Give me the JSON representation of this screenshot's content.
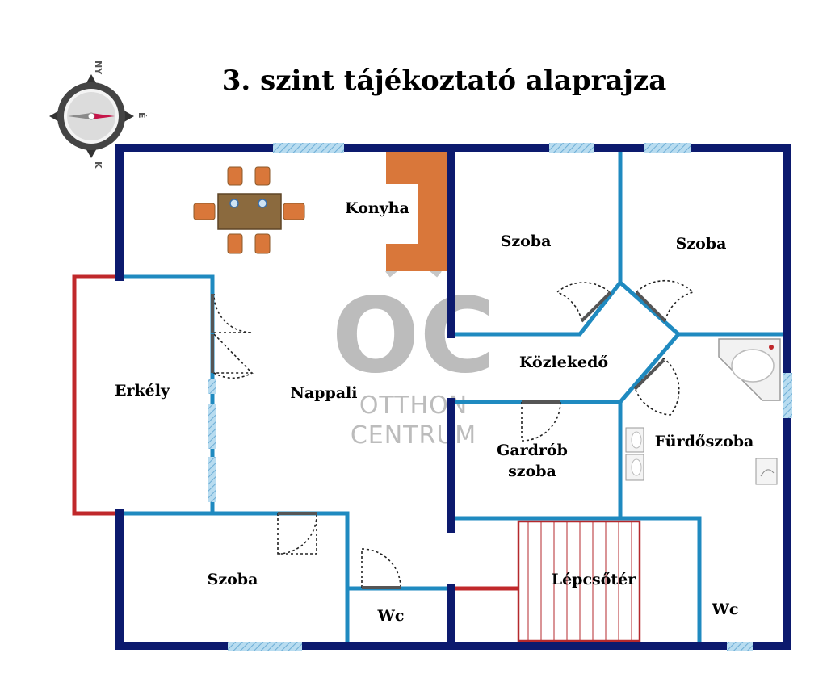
{
  "title": "3. szint tájékoztató alaprajza",
  "compass": {
    "north": "NY",
    "east": "É",
    "south": "K"
  },
  "watermark": {
    "logo": "OC",
    "line1": "OTTHON",
    "line2": "CENTRUM"
  },
  "rooms": {
    "konyha": "Konyha",
    "szoba_top_left": "Szoba",
    "szoba_top_right": "Szoba",
    "erkely": "Erkély",
    "nappali": "Nappali",
    "kozlekedo": "Közlekedő",
    "gardrob_1": "Gardrób",
    "gardrob_2": "szoba",
    "furdoszoba": "Fürdőszoba",
    "szoba_bottom": "Szoba",
    "lepcsoter": "Lépcsőtér",
    "wc_left": "Wc",
    "wc_right": "Wc"
  },
  "colors": {
    "outer_wall": "#0c1a6e",
    "inner_wall": "#1f8ac0",
    "balcony_rail": "#c0282b",
    "window": "#8fc4e4",
    "kitchen": "#d9773a",
    "furniture": "#d9773a",
    "table": "#8b6a3e",
    "stair": "#b5292c"
  }
}
